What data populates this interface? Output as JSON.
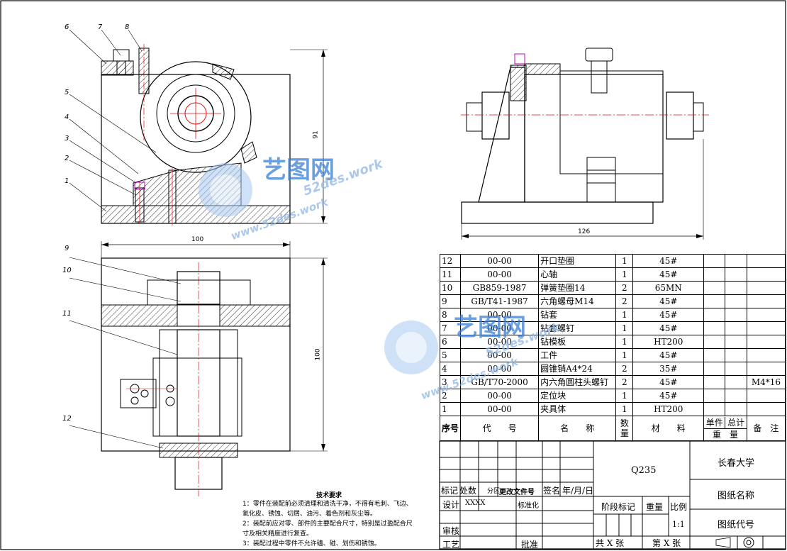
{
  "views": {
    "front_labels": [
      "6",
      "7",
      "8",
      "5",
      "4",
      "3",
      "2",
      "1"
    ],
    "front_height_dim": "91",
    "side_width_dim": "126",
    "top_width_dim": "100",
    "top_height_dim": "100",
    "top_labels": [
      "9",
      "10",
      "11",
      "12"
    ]
  },
  "bom": {
    "rows": [
      {
        "no": "12",
        "code": "00-00",
        "name": "开口垫圈",
        "qty": "1",
        "material": "45#",
        "note": ""
      },
      {
        "no": "11",
        "code": "00-00",
        "name": "心轴",
        "qty": "1",
        "material": "45#",
        "note": ""
      },
      {
        "no": "10",
        "code": "GB859-1987",
        "name": "弹簧垫圈14",
        "qty": "2",
        "material": "65MN",
        "note": ""
      },
      {
        "no": "9",
        "code": "GB/T41-1987",
        "name": "六角螺母M14",
        "qty": "2",
        "material": "45#",
        "note": ""
      },
      {
        "no": "8",
        "code": "00-00",
        "name": "钻套",
        "qty": "1",
        "material": "45#",
        "note": ""
      },
      {
        "no": "7",
        "code": "00-00",
        "name": "钻套螺钉",
        "qty": "1",
        "material": "45#",
        "note": ""
      },
      {
        "no": "6",
        "code": "00-00",
        "name": "钻模板",
        "qty": "1",
        "material": "HT200",
        "note": ""
      },
      {
        "no": "5",
        "code": "00-00",
        "name": "工件",
        "qty": "1",
        "material": "45#",
        "note": ""
      },
      {
        "no": "4",
        "code": "00-00",
        "name": "圆锥销A4*24",
        "qty": "2",
        "material": "35#",
        "note": ""
      },
      {
        "no": "3",
        "code": "GB/T70-2000",
        "name": "内六角圆柱头螺钉",
        "qty": "2",
        "material": "45#",
        "note": "M4*16"
      },
      {
        "no": "2",
        "code": "00-00",
        "name": "定位块",
        "qty": "1",
        "material": "45#",
        "note": ""
      },
      {
        "no": "1",
        "code": "00-00",
        "name": "夹具体",
        "qty": "1",
        "material": "HT200",
        "note": ""
      }
    ],
    "header": {
      "no": "序号",
      "code": "代　　号",
      "name": "名　　称",
      "qty": "数量",
      "material": "材　　料",
      "unit": "单件",
      "total": "总计",
      "weight": "重　量",
      "note": "备　注"
    }
  },
  "tech": {
    "title": "技术要求",
    "lines": [
      "1：零件在装配前必须清理和清洗干净，不得有毛刺、飞边、",
      "氧化皮、锈蚀、切屑、油污、着色剂和灰尘等。",
      "2：装配前应对零、部件的主要配合尺寸，特别是过盈配合尺",
      "寸及相关精度进行复查。",
      "3：装配过程中零件不允许磕、碰、划伤和锈蚀。"
    ]
  },
  "titleblock": {
    "material": "Q235",
    "school": "长春大学",
    "drawing_name": "图纸名称",
    "drawing_code": "图纸代号",
    "mark": "标记",
    "count": "处数",
    "zone": "分区",
    "change_doc": "更改文件号",
    "sign": "签名",
    "date": "年/月/日",
    "design": "设计",
    "designer": "XXXX",
    "standardize": "标准化",
    "stage_mark": "阶段标记",
    "weight": "重量",
    "scale": "比例",
    "scale_value": "1:1",
    "review": "审核",
    "process": "工艺",
    "approve": "批准",
    "sheets": "共 X 张",
    "sheet_no": "第 X 张"
  },
  "watermark": {
    "brand": "艺图网",
    "url_top": "52des.work",
    "url_bottom": "www.52des.work",
    "brand_color": "#3a7fd5"
  }
}
